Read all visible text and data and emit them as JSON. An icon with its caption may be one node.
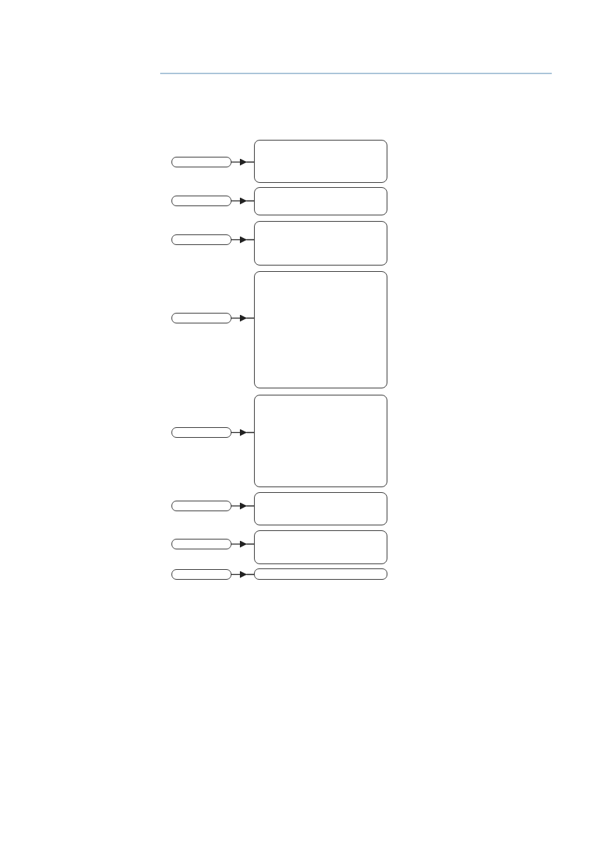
{
  "diagram": {
    "nodes": [
      {
        "text": [],
        "shape": "box"
      },
      {
        "text": [],
        "shape": "box"
      },
      {
        "text": [],
        "shape": "box"
      },
      {
        "text": [],
        "shape": "box"
      },
      {
        "text": [],
        "shape": "box"
      },
      {
        "text": [],
        "shape": "box"
      },
      {
        "text": [],
        "shape": "box"
      },
      {
        "text": [],
        "shape": "box"
      },
      {
        "text": [],
        "shape": "box"
      },
      {
        "text": [],
        "shape": "box"
      },
      {
        "text": [],
        "shape": "box"
      },
      {
        "text": [],
        "shape": "box"
      },
      {
        "text": [],
        "shape": "box"
      },
      {
        "text": [],
        "shape": "box"
      },
      {
        "text": [],
        "shape": "box"
      },
      {
        "text": [],
        "shape": "box"
      }
    ],
    "edges": [
      {
        "from": 0,
        "to": 1,
        "arrow": "to"
      },
      {
        "from": 2,
        "to": 3,
        "arrow": "to"
      },
      {
        "from": 4,
        "to": 5,
        "arrow": "to"
      },
      {
        "from": 6,
        "to": 7,
        "arrow": "to"
      },
      {
        "from": 8,
        "to": 9,
        "arrow": "to"
      },
      {
        "from": 10,
        "to": 11,
        "arrow": "to"
      },
      {
        "from": 12,
        "to": 13,
        "arrow": "to"
      },
      {
        "from": 14,
        "to": 15,
        "arrow": "to"
      }
    ]
  }
}
